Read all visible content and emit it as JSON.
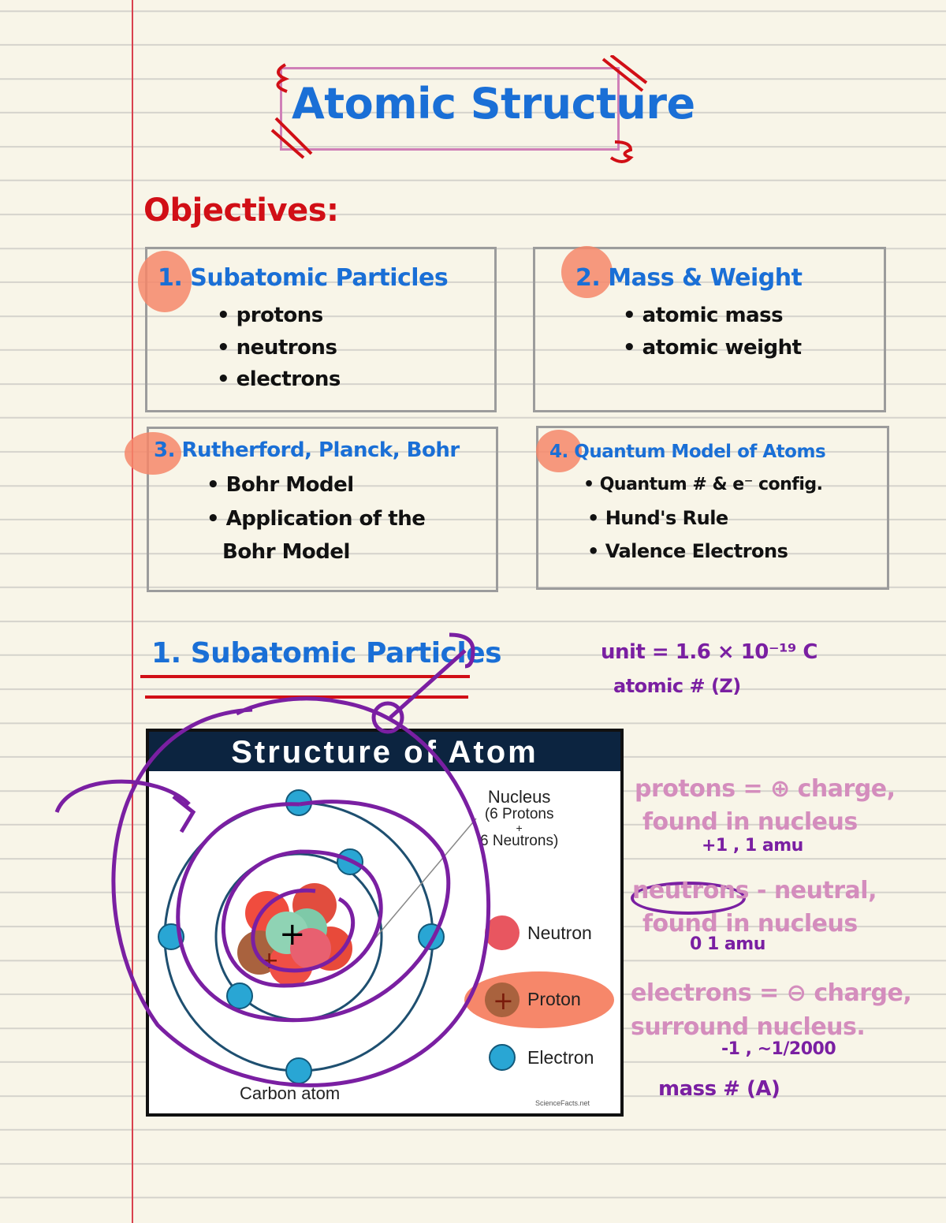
{
  "title": "Atomic Structure",
  "objectives_heading": "Objectives:",
  "objectives": [
    {
      "number": "1.",
      "title": "Subatomic Particles",
      "items": [
        "• protons",
        "• neutrons",
        "• electrons"
      ]
    },
    {
      "number": "2.",
      "title": "Mass & Weight",
      "items": [
        "• atomic mass",
        "• atomic weight"
      ]
    },
    {
      "number": "3.",
      "title": "Rutherford, Planck, Bohr",
      "items": [
        "• Bohr Model",
        "• Application of the",
        "Bohr Model"
      ]
    },
    {
      "number": "4.",
      "title": "Quantum Model of Atoms",
      "items": [
        "• Quantum # & e⁻ config.",
        "• Hund's Rule",
        "• Valence Electrons"
      ]
    }
  ],
  "section_heading": "1. Subatomic Particles",
  "figure": {
    "title": "Structure of Atom",
    "nucleus_label": "Nucleus",
    "nucleus_detail_1": "(6 Protons",
    "nucleus_plus": "+",
    "nucleus_detail_2": "6 Neutrons)",
    "legend": [
      "Neutron",
      "Proton",
      "Electron"
    ],
    "caption": "Carbon atom",
    "credit": "ScienceFacts.net"
  },
  "notes": {
    "unit": "unit = 1.6 × 10⁻¹⁹ C",
    "atomic_number": "atomic # (Z)",
    "protons_1": "protons = ⊕ charge,",
    "protons_2": "found in nucleus",
    "protons_sub": "+1 , 1 amu",
    "neutrons_1": "neutrons - neutral,",
    "neutrons_2": "found in nucleus",
    "neutrons_sub": "0   1 amu",
    "electrons_1": "electrons = ⊖ charge,",
    "electrons_2": "surround nucleus.",
    "electrons_sub": "-1 , ~1/2000",
    "mass_number": "mass # (A)"
  },
  "colors": {
    "title_blue": "#1a6fd6",
    "heading_red": "#d10f16",
    "note_pink": "#d48dbd",
    "ink_purple": "#7a1fa2",
    "highlight": "#f6876a"
  }
}
